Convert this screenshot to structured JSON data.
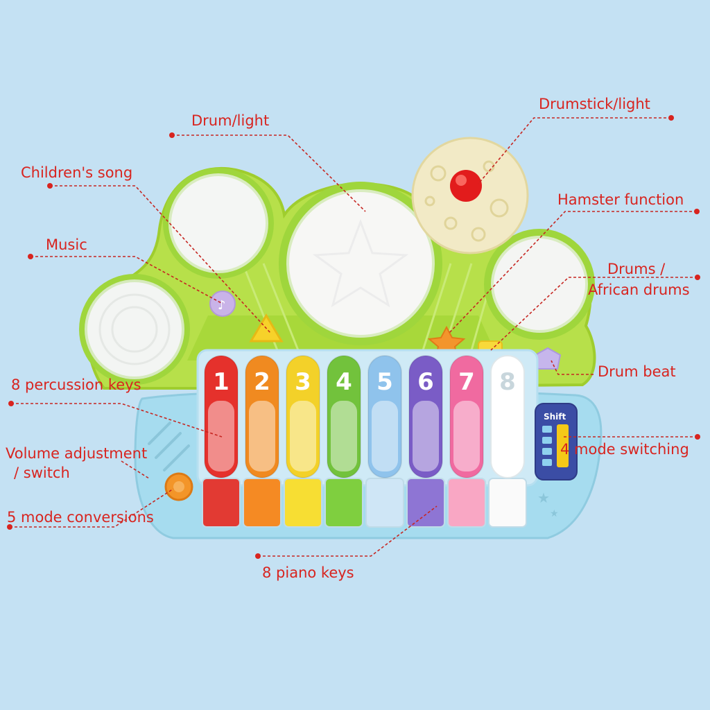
{
  "callouts": {
    "drum_light": "Drum/light",
    "drumstick_light": "Drumstick/light",
    "childrens_song": "Children's song",
    "hamster_function": "Hamster function",
    "music": "Music",
    "drums_line1": "Drums /",
    "drums_line2": "African drums",
    "drum_beat": "Drum beat",
    "percussion_keys": "8 percussion keys",
    "mode_switching": "4 mode switching",
    "volume_line1": "Volume adjustment",
    "volume_line2": "/ switch",
    "mode_conversions": "5 mode conversions",
    "piano_keys": "8 piano keys"
  },
  "toy": {
    "shift_label": "Shift",
    "bar_numbers": [
      "1",
      "2",
      "3",
      "4",
      "5",
      "6",
      "7",
      "8"
    ]
  },
  "colors": {
    "background": "#c4e1f3",
    "callout_red": "#d8241f",
    "drum_frame_green": "#b7e04a",
    "keyboard_body": "#a6dcef",
    "bar_colors": [
      "#e5312c",
      "#f08a20",
      "#f3d129",
      "#72c23c",
      "#8fc3ec",
      "#7a5cc6",
      "#f06aa0",
      "#ffffff"
    ],
    "key_colors": [
      "#e23a33",
      "#f58a23",
      "#f7de33",
      "#7fcf3f",
      "#cfe6f6",
      "#8e75d4",
      "#f9a7c4",
      "#fafafa"
    ]
  }
}
